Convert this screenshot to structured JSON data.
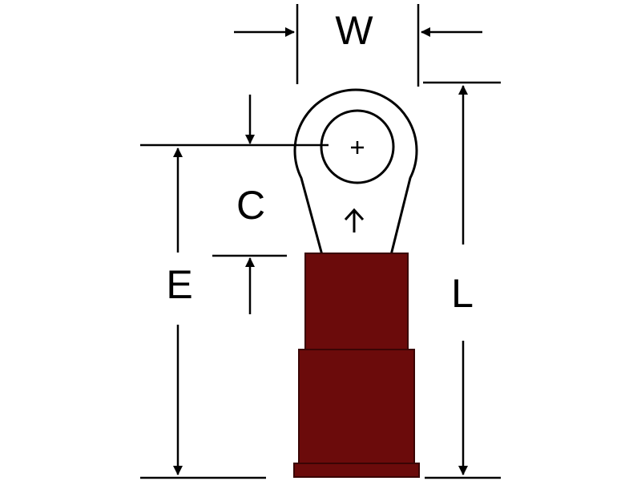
{
  "labels": {
    "width": "W",
    "center": "C",
    "edge": "E",
    "length": "L"
  },
  "colors": {
    "insulation": "#6b0b0b",
    "insulation_edge": "#3a0505",
    "line": "#000000",
    "background": "#ffffff"
  }
}
